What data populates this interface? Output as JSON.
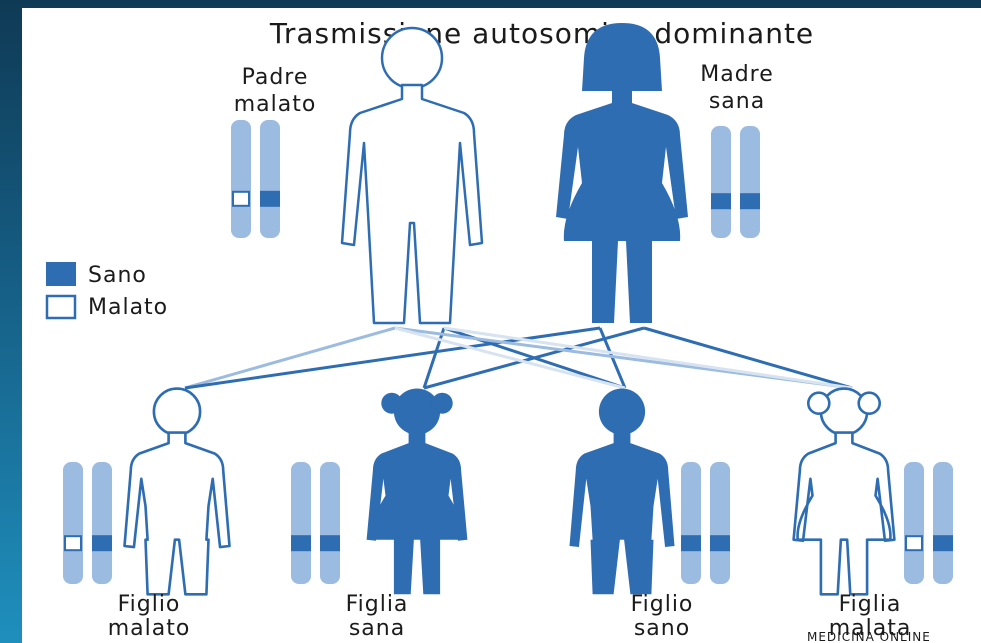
{
  "title": "Trasmissione autosomica dominante",
  "colors": {
    "healthy": "#2f6db2",
    "chromosome": "#9bbbe0",
    "affected_fill": "#ffffff",
    "outline": "#2f6db2",
    "background_gradient": [
      "#0f3a55",
      "#1f8fbd"
    ]
  },
  "legend": [
    {
      "label": "Sano",
      "kind": "healthy"
    },
    {
      "label": "Malato",
      "kind": "affected"
    }
  ],
  "parents": [
    {
      "line1": "Padre",
      "line2": "malato",
      "filled": false,
      "figure": "man",
      "alleles": [
        "affected",
        "healthy"
      ]
    },
    {
      "line1": "Madre",
      "line2": "sana",
      "filled": true,
      "figure": "woman",
      "alleles": [
        "healthy",
        "healthy"
      ]
    }
  ],
  "children": [
    {
      "line1": "Figlio",
      "line2": "malato",
      "filled": false,
      "figure": "boy",
      "alleles": [
        "affected",
        "healthy"
      ]
    },
    {
      "line1": "Figlia",
      "line2": "sana",
      "filled": true,
      "figure": "girl",
      "alleles": [
        "healthy",
        "healthy"
      ]
    },
    {
      "line1": "Figlio",
      "line2": "sano",
      "filled": true,
      "figure": "boy",
      "alleles": [
        "healthy",
        "healthy"
      ]
    },
    {
      "line1": "Figlia",
      "line2": "malata",
      "filled": false,
      "figure": "girl",
      "alleles": [
        "affected",
        "healthy"
      ]
    }
  ],
  "watermark": "MEDICINA ONLINE"
}
